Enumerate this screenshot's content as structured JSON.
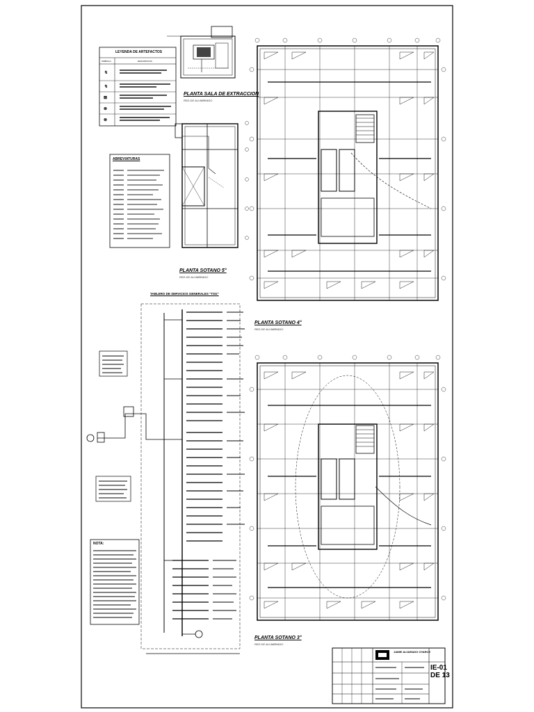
{
  "legend": {
    "title": "LEYENDA DE ARTEFACTOS",
    "col_symbol": "SIMBOLO",
    "col_desc": "DESCRIPCION"
  },
  "abbreviations": {
    "title": "ABREVIATURAS"
  },
  "plans": {
    "extraccion": {
      "title": "PLANTA SALA DE EXTRACCION",
      "subtitle": "RED DE ALUMBRADO"
    },
    "sotano5": {
      "title": "PLANTA SOTANO 5°",
      "subtitle": "RED DE ALUMBRADO"
    },
    "sotano4": {
      "title": "PLANTA SOTANO 4°",
      "subtitle": "RED DE ALUMBRADO"
    },
    "sotano3": {
      "title": "PLANTA SOTANO 3°",
      "subtitle": "RED DE ALUMBRADO"
    }
  },
  "schematic": {
    "title": "TABLERO DE SERVICIOS GENERALES \"TSG\""
  },
  "note": {
    "title": "NOTA:"
  },
  "title_block": {
    "name": "JAIME ALVARADO OYARCE",
    "sheet_code": "IE-01",
    "sheet_total": "DE 13"
  }
}
